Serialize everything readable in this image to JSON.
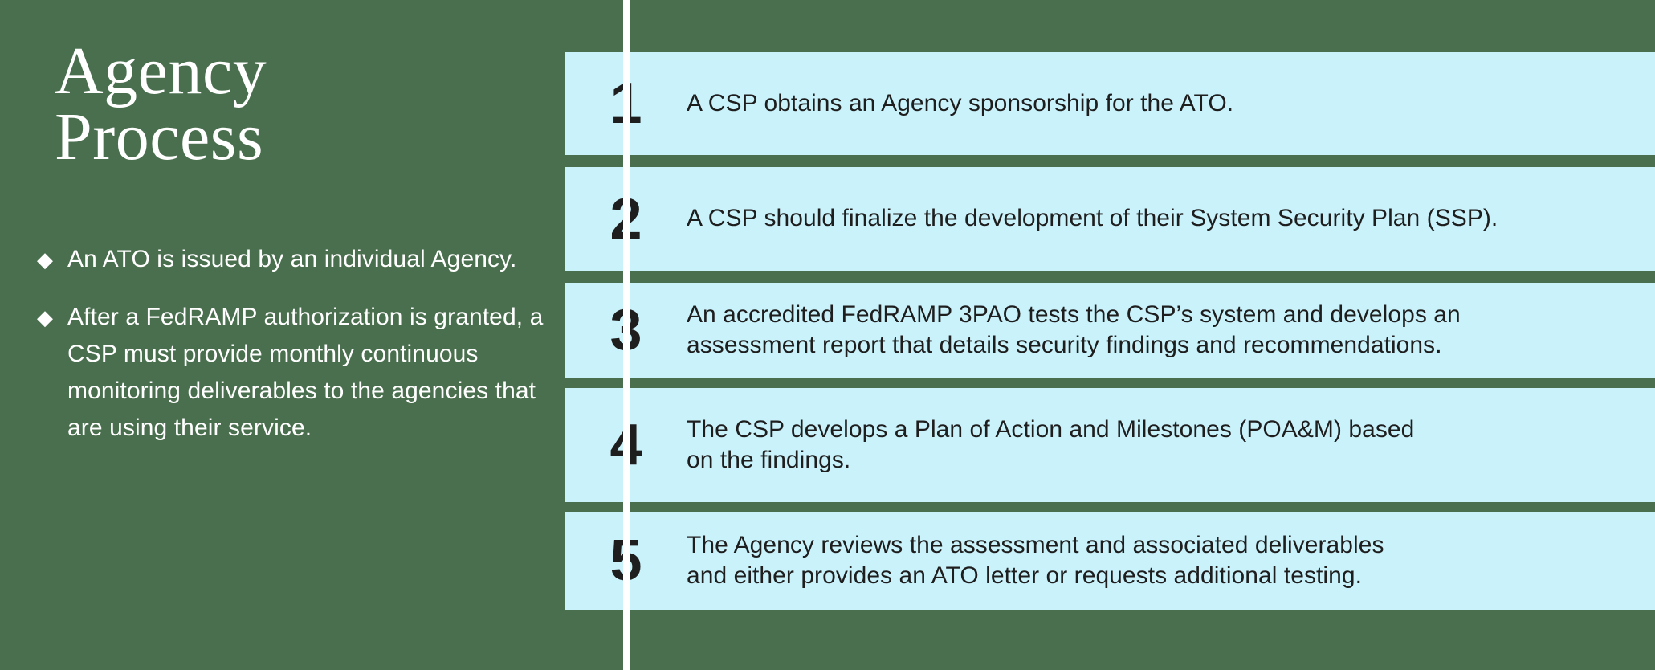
{
  "colors": {
    "background_green": "#4a6f4e",
    "card_cyan": "#caf2fb",
    "divider_white": "#ffffff",
    "number_dark": "#1e1e1e",
    "text_white": "#ffffff"
  },
  "left_panel": {
    "title_line1": "Agency",
    "title_line2": "Process",
    "bullet_marker": "◆",
    "bullets": [
      {
        "text": "An ATO is issued by an individual Agency."
      },
      {
        "text": "After a FedRAMP authorization is granted, a CSP must provide monthly continuous monitoring deliverables to the agencies that are using their service."
      }
    ]
  },
  "steps": [
    {
      "number": "1",
      "lines": [
        "A CSP obtains an Agency sponsorship for the ATO."
      ]
    },
    {
      "number": "2",
      "lines": [
        "A CSP should finalize the development of their System Security Plan (SSP)."
      ]
    },
    {
      "number": "3",
      "lines": [
        "An accredited FedRAMP  3PAO tests the CSP’s system and develops an",
        "assessment report that details security findings and recommendations."
      ]
    },
    {
      "number": "4",
      "lines": [
        "The CSP develops a Plan of Action and Milestones (POA&M) based",
        "on the findings."
      ]
    },
    {
      "number": "5",
      "lines": [
        "The Agency reviews the assessment and associated deliverables",
        "and either provides an ATO letter or requests additional testing."
      ]
    }
  ]
}
